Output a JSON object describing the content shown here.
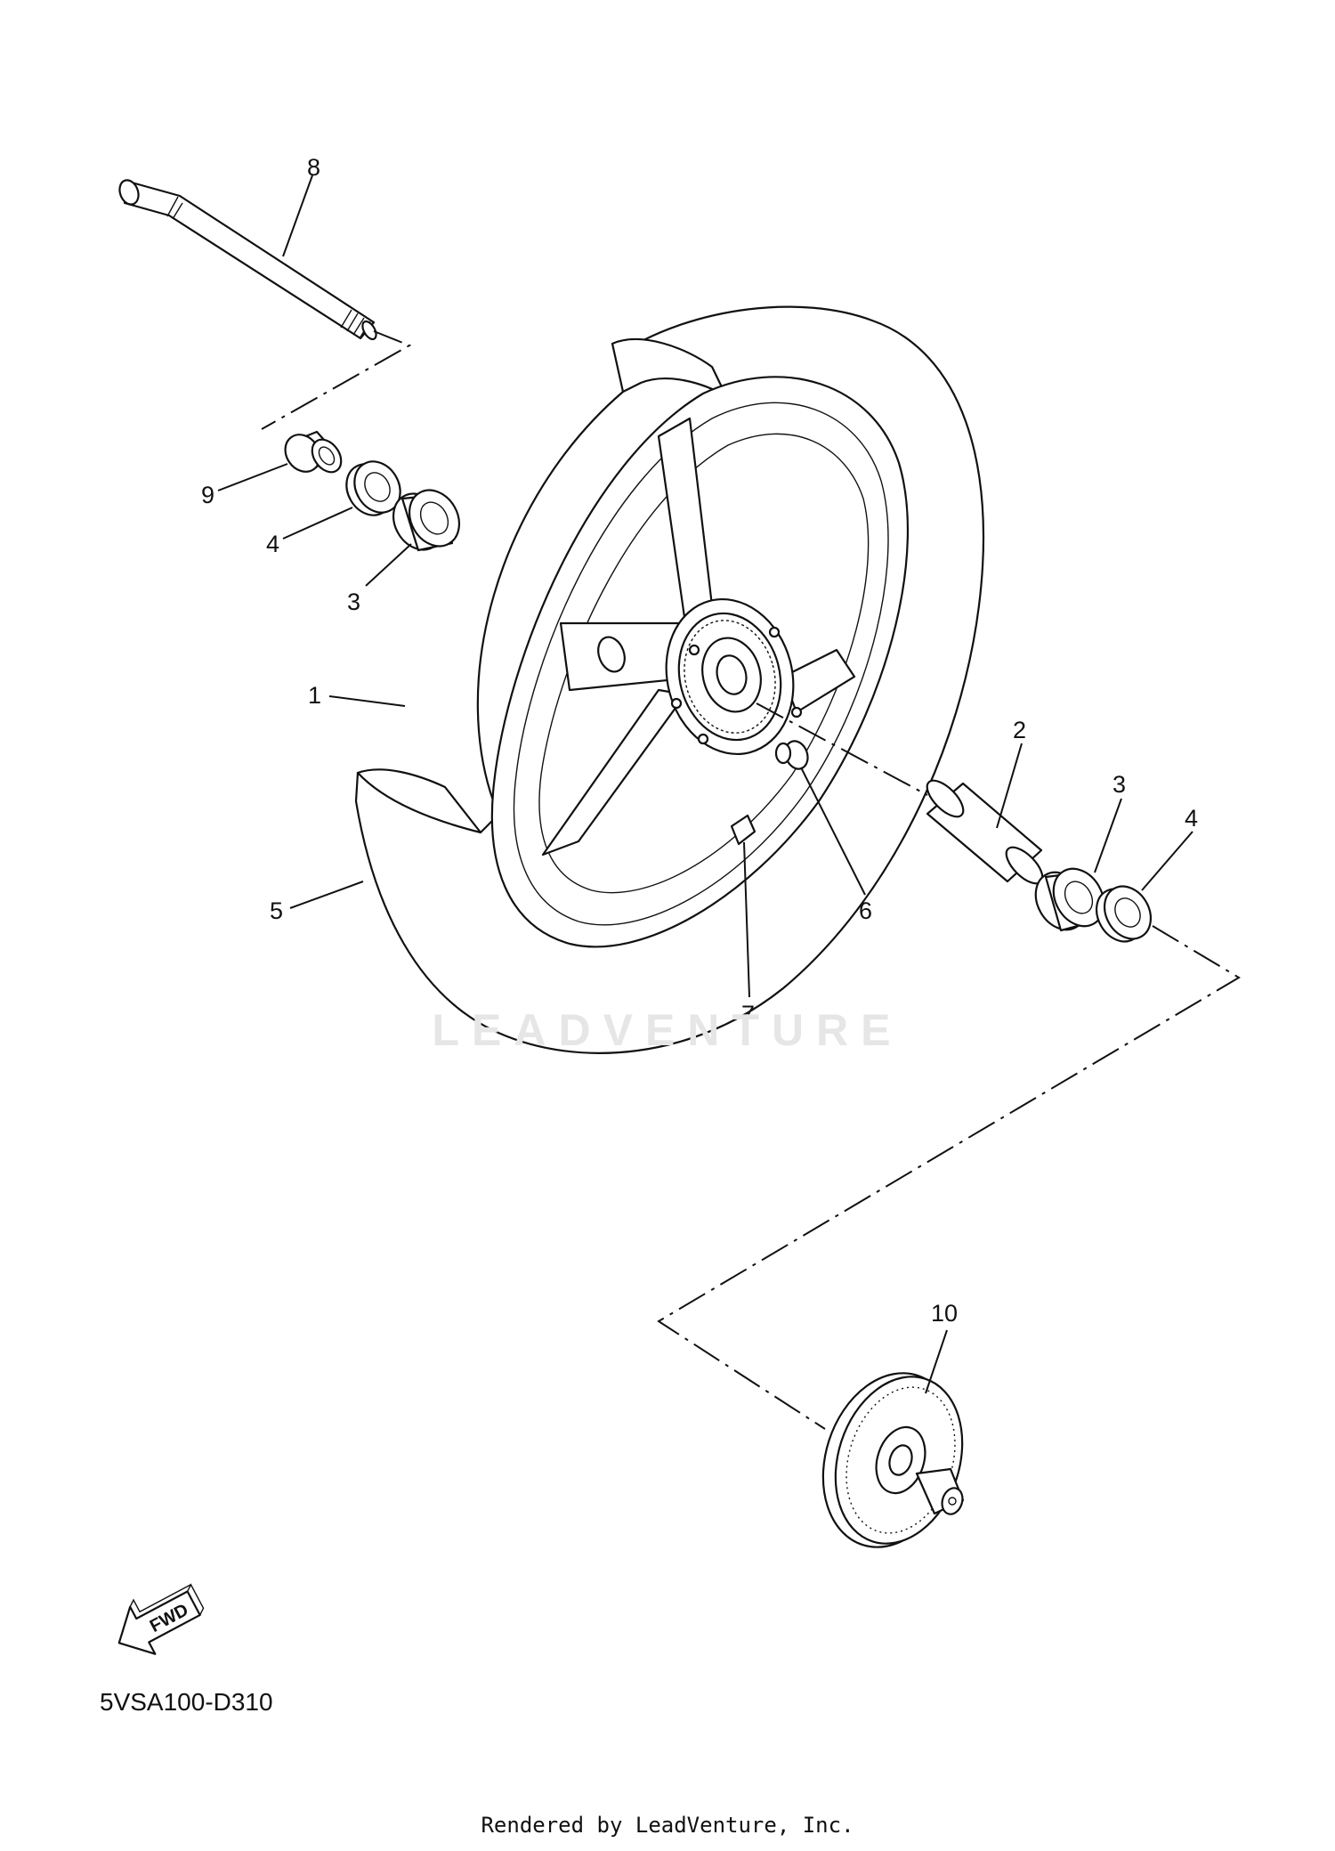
{
  "diagram": {
    "watermark": "LEADVENTURE",
    "code": "5VSA100-D310",
    "footer": "Rendered by LeadVenture, Inc.",
    "fwd_label": "FWD",
    "callouts": [
      {
        "id": "c1",
        "label": "1"
      },
      {
        "id": "c2",
        "label": "2"
      },
      {
        "id": "c3a",
        "label": "3"
      },
      {
        "id": "c3b",
        "label": "3"
      },
      {
        "id": "c4a",
        "label": "4"
      },
      {
        "id": "c4b",
        "label": "4"
      },
      {
        "id": "c5",
        "label": "5"
      },
      {
        "id": "c6",
        "label": "6"
      },
      {
        "id": "c7",
        "label": "7"
      },
      {
        "id": "c8",
        "label": "8"
      },
      {
        "id": "c9",
        "label": "9"
      },
      {
        "id": "c10",
        "label": "10"
      }
    ]
  }
}
